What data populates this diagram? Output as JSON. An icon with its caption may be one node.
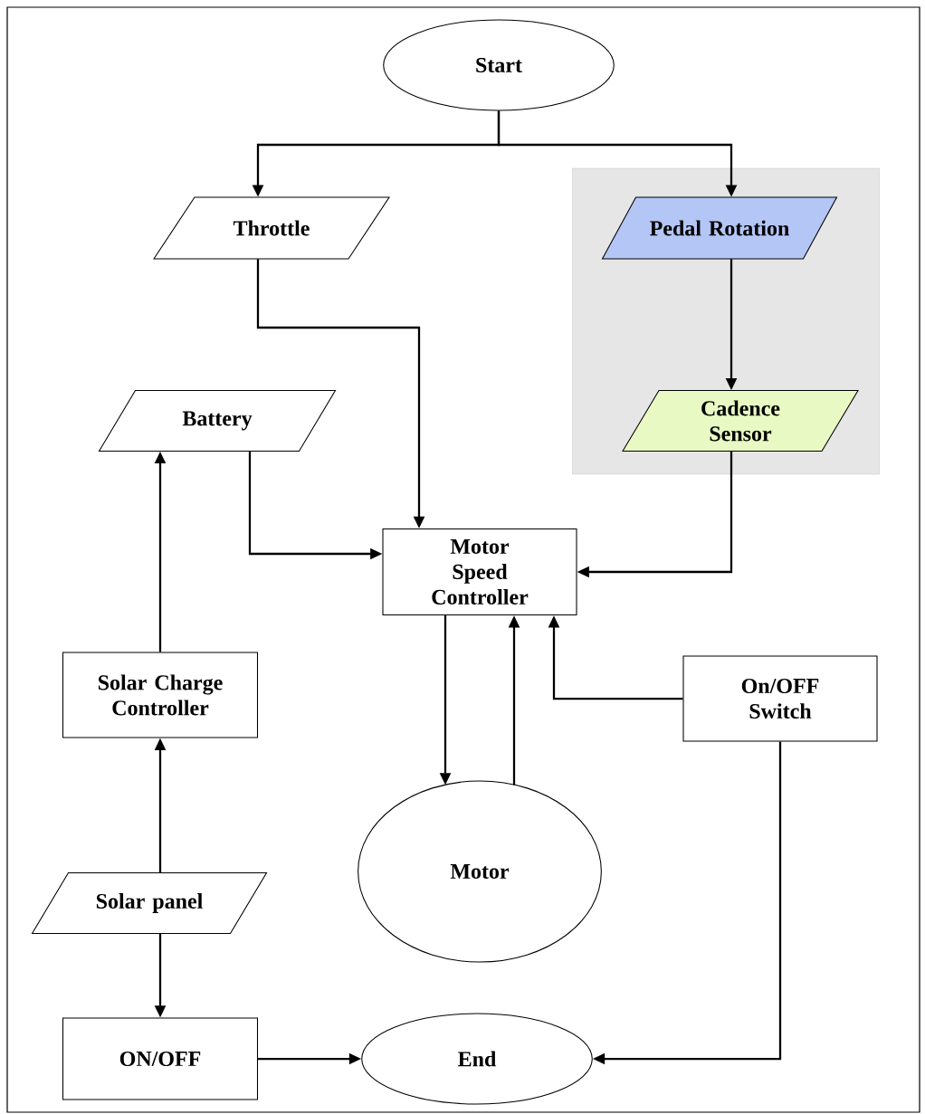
{
  "diagram": {
    "nodes": [
      {
        "text": [
          "Start"
        ]
      },
      {
        "text": [
          "Throttle"
        ]
      },
      {
        "text": [],
        "shape": "box"
      },
      {
        "text": [
          "Pedal Rotation"
        ],
        "in": 2
      },
      {
        "text": [
          "Cadence Sensor"
        ],
        "in": 2
      },
      {
        "text": [
          "Battery"
        ]
      },
      {
        "text": [
          "Motor Speed Controller"
        ]
      },
      {
        "text": [
          "Solar Charge Controller"
        ]
      },
      {
        "text": [
          "On/OFF Switch"
        ]
      },
      {
        "text": [
          "Motor"
        ]
      },
      {
        "text": [
          "Solar panel"
        ]
      },
      {
        "text": [
          "ON/OFF"
        ]
      },
      {
        "text": [
          "End"
        ]
      }
    ],
    "edges": [
      {
        "from": 0,
        "to": 1,
        "arrow": "to"
      },
      {
        "from": 0,
        "to": 3,
        "arrow": "to"
      },
      {
        "from": 1,
        "to": 6,
        "arrow": "to"
      },
      {
        "from": 3,
        "to": 4,
        "arrow": "to"
      },
      {
        "from": 4,
        "to": 6,
        "arrow": "to"
      },
      {
        "from": 5,
        "to": 6,
        "arrow": "to"
      },
      {
        "from": 7,
        "to": 5,
        "arrow": "to"
      },
      {
        "from": 10,
        "to": 7,
        "arrow": "to"
      },
      {
        "from": 10,
        "to": 11,
        "arrow": "to"
      },
      {
        "from": 6,
        "to": 9,
        "arrow": "to"
      },
      {
        "from": 9,
        "to": 6,
        "arrow": "to"
      },
      {
        "from": 8,
        "to": 6,
        "arrow": "to"
      },
      {
        "from": 11,
        "to": 12,
        "arrow": "to"
      },
      {
        "from": 8,
        "to": 12,
        "arrow": "to"
      }
    ]
  }
}
